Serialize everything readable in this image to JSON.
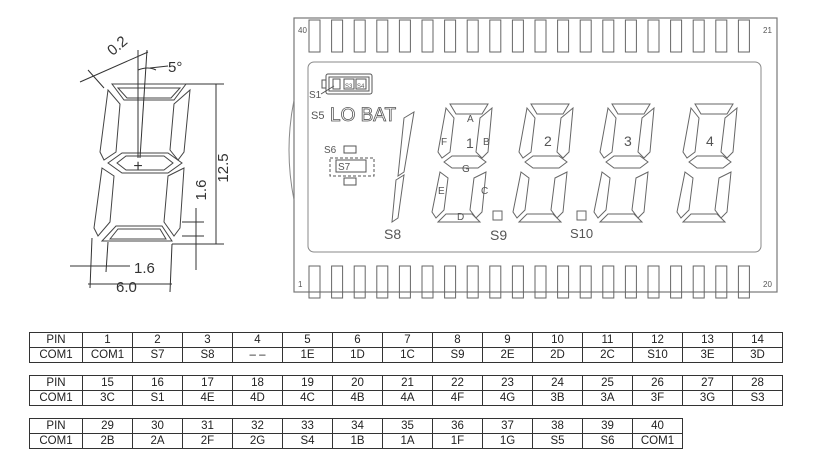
{
  "detail": {
    "dim_stroke": "0.2",
    "dim_angle": "5°",
    "dim_height": "12.5",
    "dim_gap": "1.6",
    "dim_segwidth": "1.6",
    "dim_width": "6.0",
    "center_mark": "+"
  },
  "lcd": {
    "corner_top_left": "40",
    "corner_top_right": "21",
    "corner_bottom_left": "1",
    "corner_bottom_right": "20",
    "s1": "S1",
    "s3": "S3",
    "s4": "S4",
    "s5": "S5",
    "lobat": "LO BAT",
    "s6": "S6",
    "s7": "S7",
    "s8": "S8",
    "s9": "S9",
    "s10": "S10",
    "digit1": "1",
    "digit2": "2",
    "digit3": "3",
    "digit4": "4",
    "seg_a": "A",
    "seg_b": "B",
    "seg_c": "C",
    "seg_d": "D",
    "seg_e": "E",
    "seg_f": "F",
    "seg_g": "G"
  },
  "pin_tables": [
    {
      "pins": [
        "PIN",
        "1",
        "2",
        "3",
        "4",
        "5",
        "6",
        "7",
        "8",
        "9",
        "10",
        "11",
        "12",
        "13",
        "14"
      ],
      "coms": [
        "COM1",
        "COM1",
        "S7",
        "S8",
        "– –",
        "1E",
        "1D",
        "1C",
        "S9",
        "2E",
        "2D",
        "2C",
        "S10",
        "3E",
        "3D"
      ]
    },
    {
      "pins": [
        "PIN",
        "15",
        "16",
        "17",
        "18",
        "19",
        "20",
        "21",
        "22",
        "23",
        "24",
        "25",
        "26",
        "27",
        "28"
      ],
      "coms": [
        "COM1",
        "3C",
        "S1",
        "4E",
        "4D",
        "4C",
        "4B",
        "4A",
        "4F",
        "4G",
        "3B",
        "3A",
        "3F",
        "3G",
        "S3"
      ]
    },
    {
      "pins": [
        "PIN",
        "29",
        "30",
        "31",
        "32",
        "33",
        "34",
        "35",
        "36",
        "37",
        "38",
        "39",
        "40"
      ],
      "coms": [
        "COM1",
        "2B",
        "2A",
        "2F",
        "2G",
        "S4",
        "1B",
        "1A",
        "1F",
        "1G",
        "S5",
        "S6",
        "COM1"
      ]
    }
  ]
}
